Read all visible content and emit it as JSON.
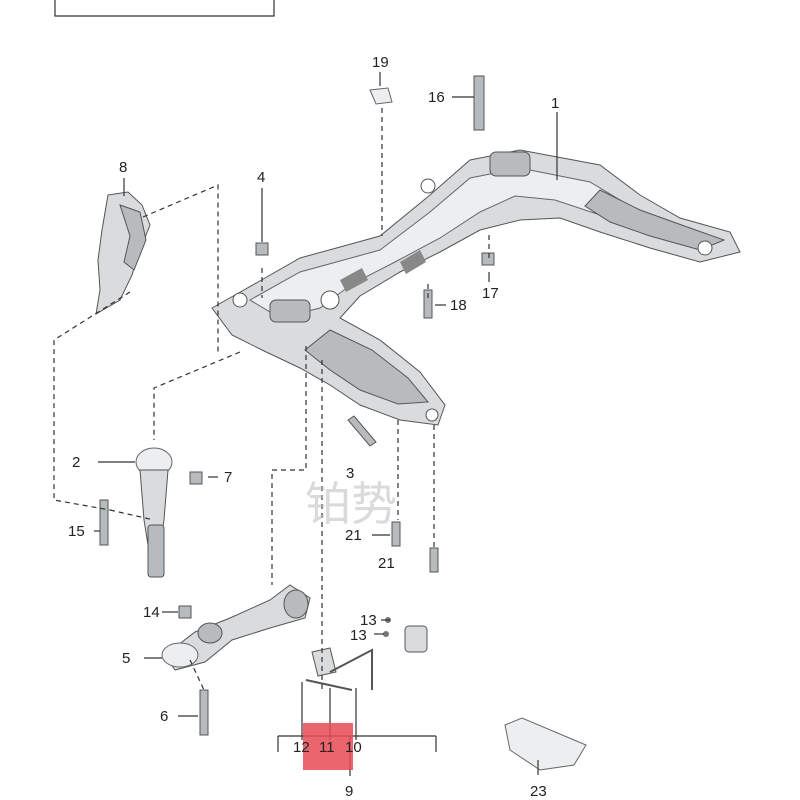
{
  "diagram": {
    "callouts": [
      {
        "id": "c1",
        "text": "1"
      },
      {
        "id": "c2",
        "text": "2"
      },
      {
        "id": "c3",
        "text": "3"
      },
      {
        "id": "c4",
        "text": "4"
      },
      {
        "id": "c5",
        "text": "5"
      },
      {
        "id": "c6",
        "text": "6"
      },
      {
        "id": "c7",
        "text": "7"
      },
      {
        "id": "c8",
        "text": "8"
      },
      {
        "id": "c9",
        "text": "9"
      },
      {
        "id": "c10",
        "text": "10"
      },
      {
        "id": "c11",
        "text": "11"
      },
      {
        "id": "c12",
        "text": "12"
      },
      {
        "id": "c13a",
        "text": "13"
      },
      {
        "id": "c13b",
        "text": "13"
      },
      {
        "id": "c14",
        "text": "14"
      },
      {
        "id": "c15",
        "text": "15"
      },
      {
        "id": "c16",
        "text": "16"
      },
      {
        "id": "c17",
        "text": "17"
      },
      {
        "id": "c18",
        "text": "18"
      },
      {
        "id": "c19",
        "text": "19"
      },
      {
        "id": "c21a",
        "text": "21"
      },
      {
        "id": "c21b",
        "text": "21"
      },
      {
        "id": "c23",
        "text": "23"
      }
    ],
    "watermark": "铂势",
    "highlight_color": "#e84a55",
    "line_color": "#333333"
  }
}
